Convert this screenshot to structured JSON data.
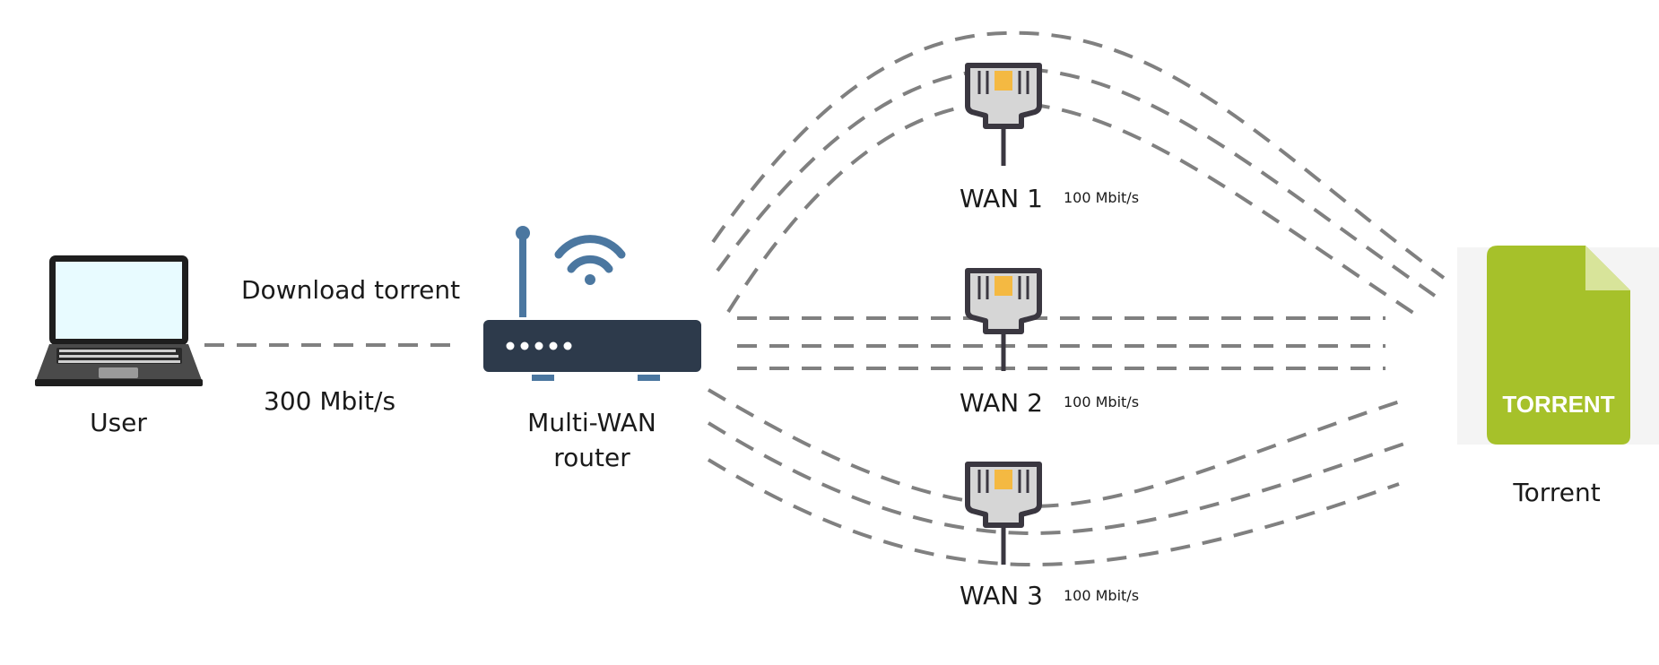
{
  "user": {
    "label": "User",
    "icon": "laptop-icon"
  },
  "link": {
    "top_label": "Download torrent",
    "bottom_label": "300 Mbit/s"
  },
  "router": {
    "label_line1": "Multi-WAN",
    "label_line2": "router",
    "icon": "router-icon"
  },
  "wans": [
    {
      "label": "WAN 1",
      "speed": "100 Mbit/s",
      "icon": "ethernet-plug-icon"
    },
    {
      "label": "WAN 2",
      "speed": "100 Mbit/s",
      "icon": "ethernet-plug-icon"
    },
    {
      "label": "WAN 3",
      "speed": "100 Mbit/s",
      "icon": "ethernet-plug-icon"
    }
  ],
  "torrent": {
    "label": "Torrent",
    "file_text": "TORRENT",
    "icon": "torrent-file-icon"
  },
  "colors": {
    "dash": "#808080",
    "router_body": "#2d3a4b",
    "wifi": "#4b77a0",
    "plug_outline": "#3a3740",
    "plug_fill": "#d6d6d6",
    "plug_pin": "#f4b942",
    "file_green": "#a6c12a",
    "screen": "#e8fbff"
  }
}
